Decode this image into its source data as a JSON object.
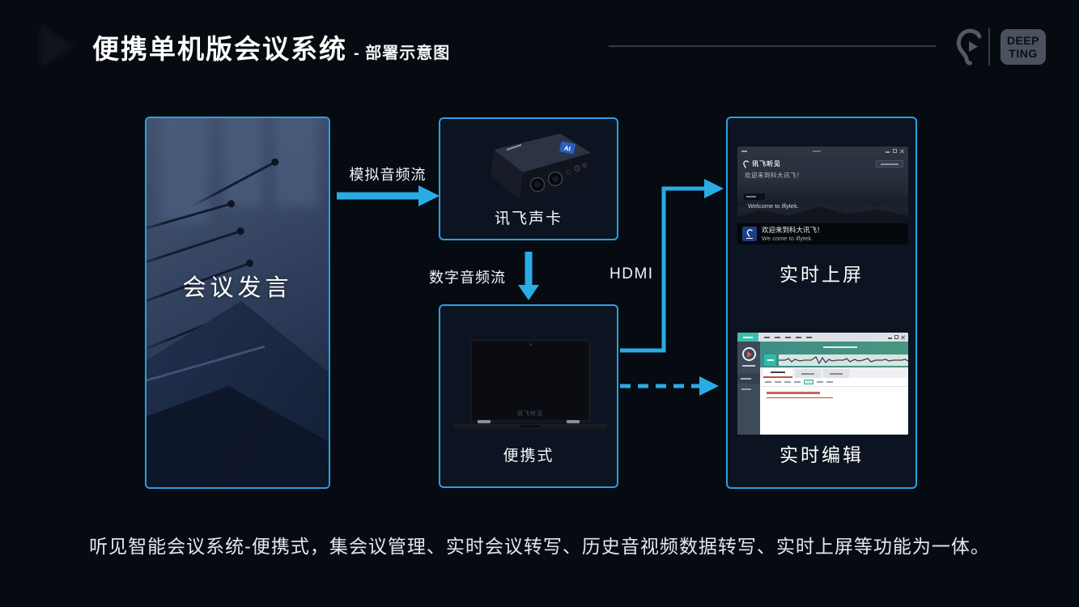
{
  "theme": {
    "accent": "#29ace4",
    "box_border": "#2a9fe2",
    "background": "#060a11",
    "badge_gray": "#4b525d"
  },
  "header": {
    "title": "便携单机版会议系统",
    "subtitle": "- 部署示意图",
    "brand": {
      "line1": "DEEP",
      "line2": "TING"
    }
  },
  "diagram": {
    "source": {
      "caption": "会议发言"
    },
    "flows": {
      "analog": "模拟音频流",
      "digital": "数字音频流",
      "hdmi": "HDMI"
    },
    "soundcard": {
      "caption": "讯飞声卡",
      "badge": "AI"
    },
    "laptop": {
      "caption": "便携式",
      "brand": "讯飞听见"
    },
    "display": {
      "caption": "实时上屏",
      "window": {
        "brand": "讯飞听见",
        "greeting": "欢迎来到科大讯飞！",
        "welcome_en": "Welcome to iflytek.",
        "subtitle_line1": "欢迎来到科大讯飞！",
        "subtitle_line2": "We come to iflytek."
      }
    },
    "editor": {
      "caption": "实时编辑"
    }
  },
  "footer": {
    "text": "听见智能会议系统-便携式，集会议管理、实时会议转写、历史音视频数据转写、实时上屏等功能为一体。"
  }
}
